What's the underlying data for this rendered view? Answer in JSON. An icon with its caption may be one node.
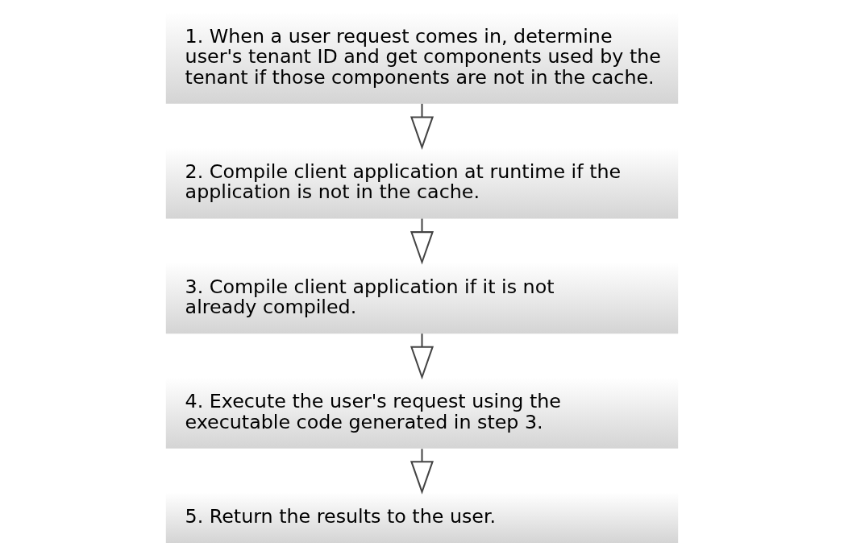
{
  "diagram": {
    "nodes": [
      {
        "text": [
          "1. When a user request comes in, determine user's tenant ID and get components used by the tenant if those components are not in the cache."
        ]
      },
      {
        "text": [
          "2. Compile client application at runtime if the application is not in the cache."
        ]
      },
      {
        "text": [
          "3. Compile client application if it is not already compiled."
        ]
      },
      {
        "text": [
          "4. Execute the user's request using the executable code generated in step 3."
        ]
      },
      {
        "text": [
          "5. Return the results to the user."
        ]
      }
    ],
    "edges": [
      {
        "from": 0,
        "to": 1,
        "arrow": "to"
      },
      {
        "from": 1,
        "to": 2,
        "arrow": "to"
      },
      {
        "from": 2,
        "to": 3,
        "arrow": "to"
      },
      {
        "from": 3,
        "to": 4,
        "arrow": "to"
      }
    ]
  }
}
